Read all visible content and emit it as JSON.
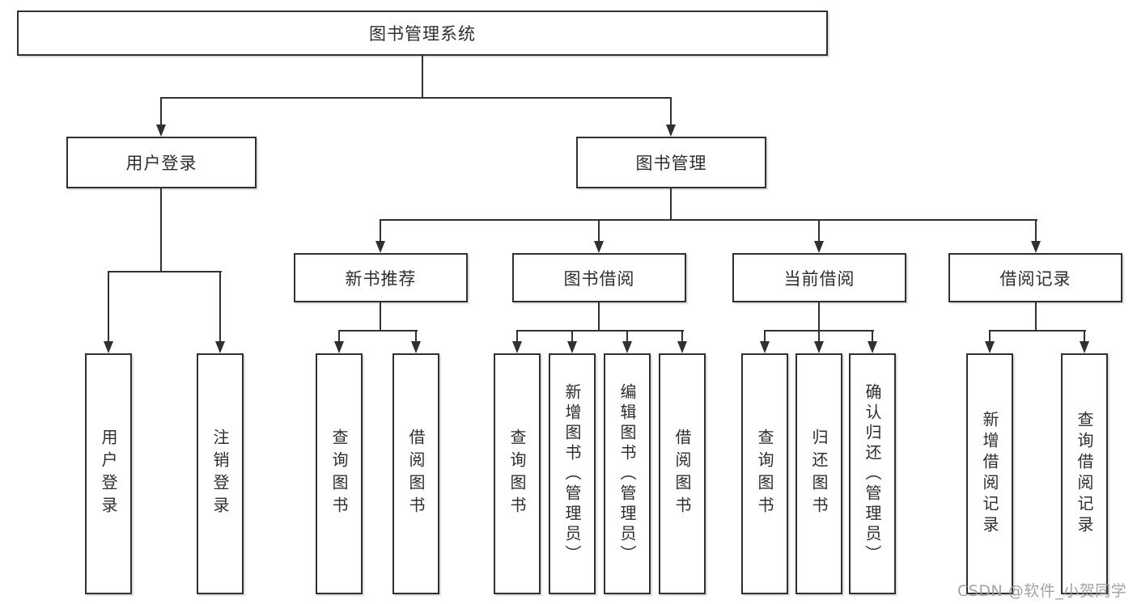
{
  "diagram_type": "hierarchy-tree",
  "colors": {
    "background": "#ffffff",
    "line": "#303030",
    "box_border": "#303030",
    "box_background": "#ffffff",
    "text": "#2e2e2e",
    "watermark": "#9b9b9b"
  },
  "root": {
    "label": "图书管理系统"
  },
  "level2": [
    {
      "id": "user-login",
      "label": "用户登录"
    },
    {
      "id": "book-management",
      "label": "图书管理"
    }
  ],
  "level3": [
    {
      "id": "new-book-recommend",
      "label": "新书推荐",
      "parent": "图书管理"
    },
    {
      "id": "book-borrow",
      "label": "图书借阅",
      "parent": "图书管理"
    },
    {
      "id": "current-borrow",
      "label": "当前借阅",
      "parent": "图书管理"
    },
    {
      "id": "borrow-records",
      "label": "借阅记录",
      "parent": "图书管理"
    }
  ],
  "leaves": [
    {
      "id": "user-login-leaf",
      "label": "用户登录",
      "parent": "用户登录"
    },
    {
      "id": "logout",
      "label": "注销登录",
      "parent": "用户登录"
    },
    {
      "id": "rec-query-books",
      "label": "查询图书",
      "parent": "新书推荐"
    },
    {
      "id": "rec-borrow-books",
      "label": "借阅图书",
      "parent": "新书推荐"
    },
    {
      "id": "borrow-query-books",
      "label": "查询图书",
      "parent": "图书借阅"
    },
    {
      "id": "borrow-add-books-admin",
      "label": "新增图书（管理员）",
      "parent": "图书借阅"
    },
    {
      "id": "borrow-edit-books-admin",
      "label": "编辑图书（管理员）",
      "parent": "图书借阅"
    },
    {
      "id": "borrow-borrow-books",
      "label": "借阅图书",
      "parent": "图书借阅"
    },
    {
      "id": "current-query-books",
      "label": "查询图书",
      "parent": "当前借阅"
    },
    {
      "id": "current-return-books",
      "label": "归还图书",
      "parent": "当前借阅"
    },
    {
      "id": "current-confirm-return-admin",
      "label": "确认归还（管理员）",
      "parent": "当前借阅"
    },
    {
      "id": "record-add-borrow-record",
      "label": "新增借阅记录",
      "parent": "借阅记录"
    },
    {
      "id": "record-query-borrow-record",
      "label": "查询借阅记录",
      "parent": "借阅记录"
    }
  ],
  "watermark": {
    "text": "CSDN @软件_小贺同学"
  }
}
